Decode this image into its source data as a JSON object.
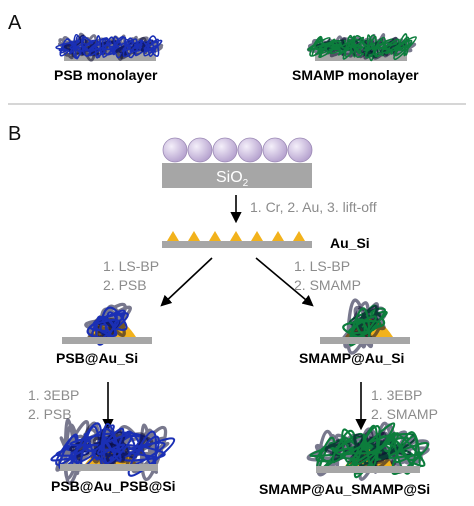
{
  "panels": {
    "a": {
      "letter": "A"
    },
    "b": {
      "letter": "B"
    }
  },
  "monolayers": {
    "psb_label": "PSB monolayer",
    "smamp_label": "SMAMP monolayer"
  },
  "substrate": {
    "sio2_text": "SiO",
    "sio2_subscript": "2",
    "step_label": "1. Cr, 2. Au, 3. lift-off",
    "au_si_label": "Au_Si"
  },
  "left_branch": {
    "step1": "1. LS-BP",
    "step2": "2. PSB",
    "product_label": "PSB@Au_Si",
    "second_step1": "1. 3EBP",
    "second_step2": "2. PSB",
    "final_label": "PSB@Au_PSB@Si"
  },
  "right_branch": {
    "step1": "1. LS-BP",
    "step2": "2. SMAMP",
    "product_label": "SMAMP@Au_Si",
    "second_step1": "1. 3EBP",
    "second_step2": "2. SMAMP",
    "final_label": "SMAMP@Au_SMAMP@Si"
  },
  "colors": {
    "psb": "#1a2fb5",
    "smamp": "#0c7d3c",
    "gold": "#f2b21c",
    "substrate": "#a6a6a6",
    "sphere": "#c8b8dc",
    "step_text": "#8c8c8c"
  }
}
